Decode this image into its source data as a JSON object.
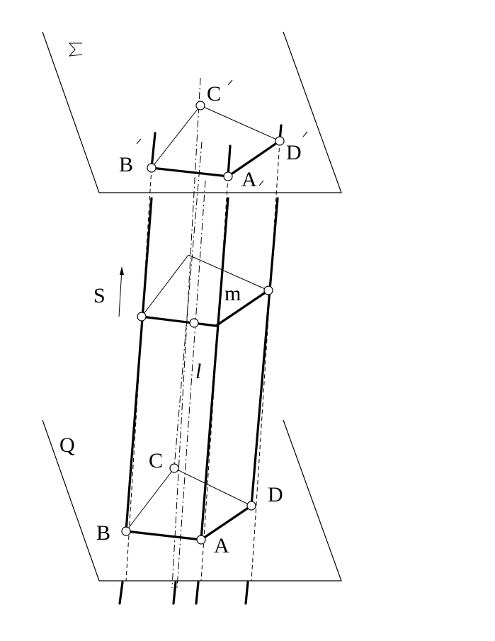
{
  "labels": {
    "C_top": "C",
    "B_top": "B",
    "A_top": "A",
    "D_top": "D",
    "S": "S",
    "m": "m",
    "l": "l",
    "Q": "Q",
    "C_bot": "C",
    "D_bot": "D",
    "B_bot": "B",
    "A_bot": "A"
  }
}
